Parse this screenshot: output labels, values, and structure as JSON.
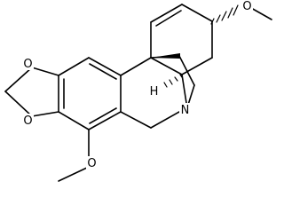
{
  "molecule": {
    "atoms": {
      "o_dioxole_top": "O",
      "o_dioxole_bottom": "O",
      "o_methoxy_aryl": "O",
      "o_methoxy_ring": "O",
      "n_bridge": "N",
      "h_stereo": "H"
    }
  }
}
